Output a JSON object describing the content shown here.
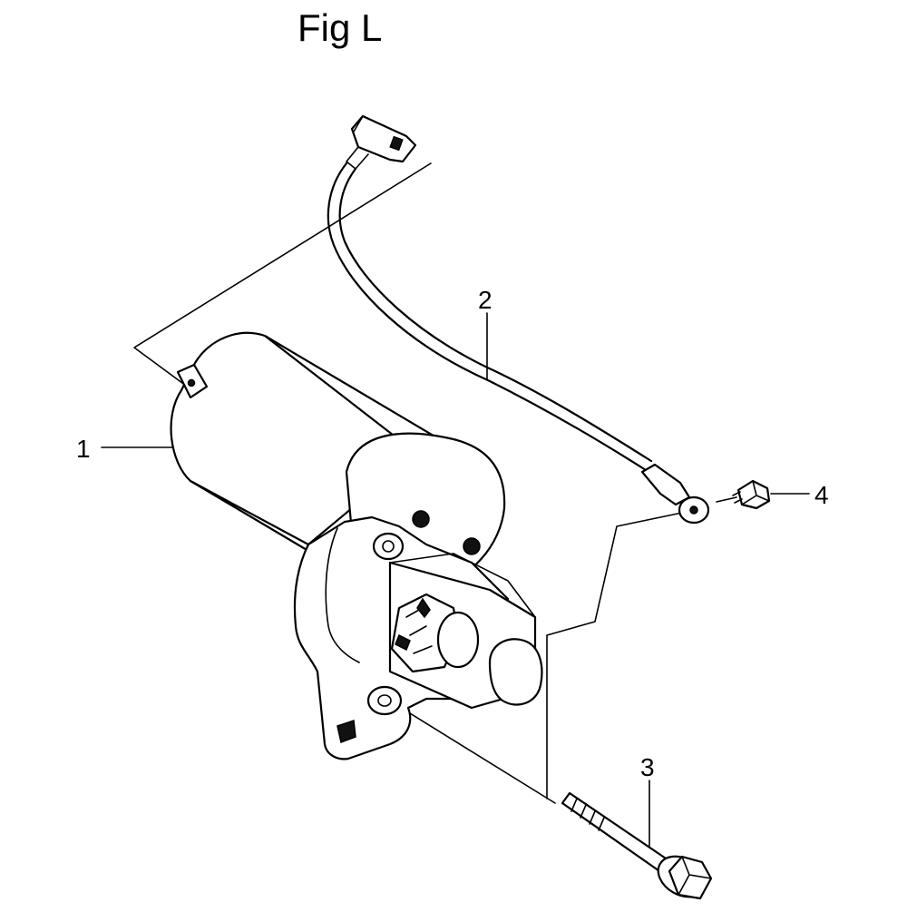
{
  "figure": {
    "title": "Fig L"
  },
  "callouts": [
    {
      "id": "1",
      "label": "1"
    },
    {
      "id": "2",
      "label": "2"
    },
    {
      "id": "3",
      "label": "3"
    },
    {
      "id": "4",
      "label": "4"
    }
  ]
}
